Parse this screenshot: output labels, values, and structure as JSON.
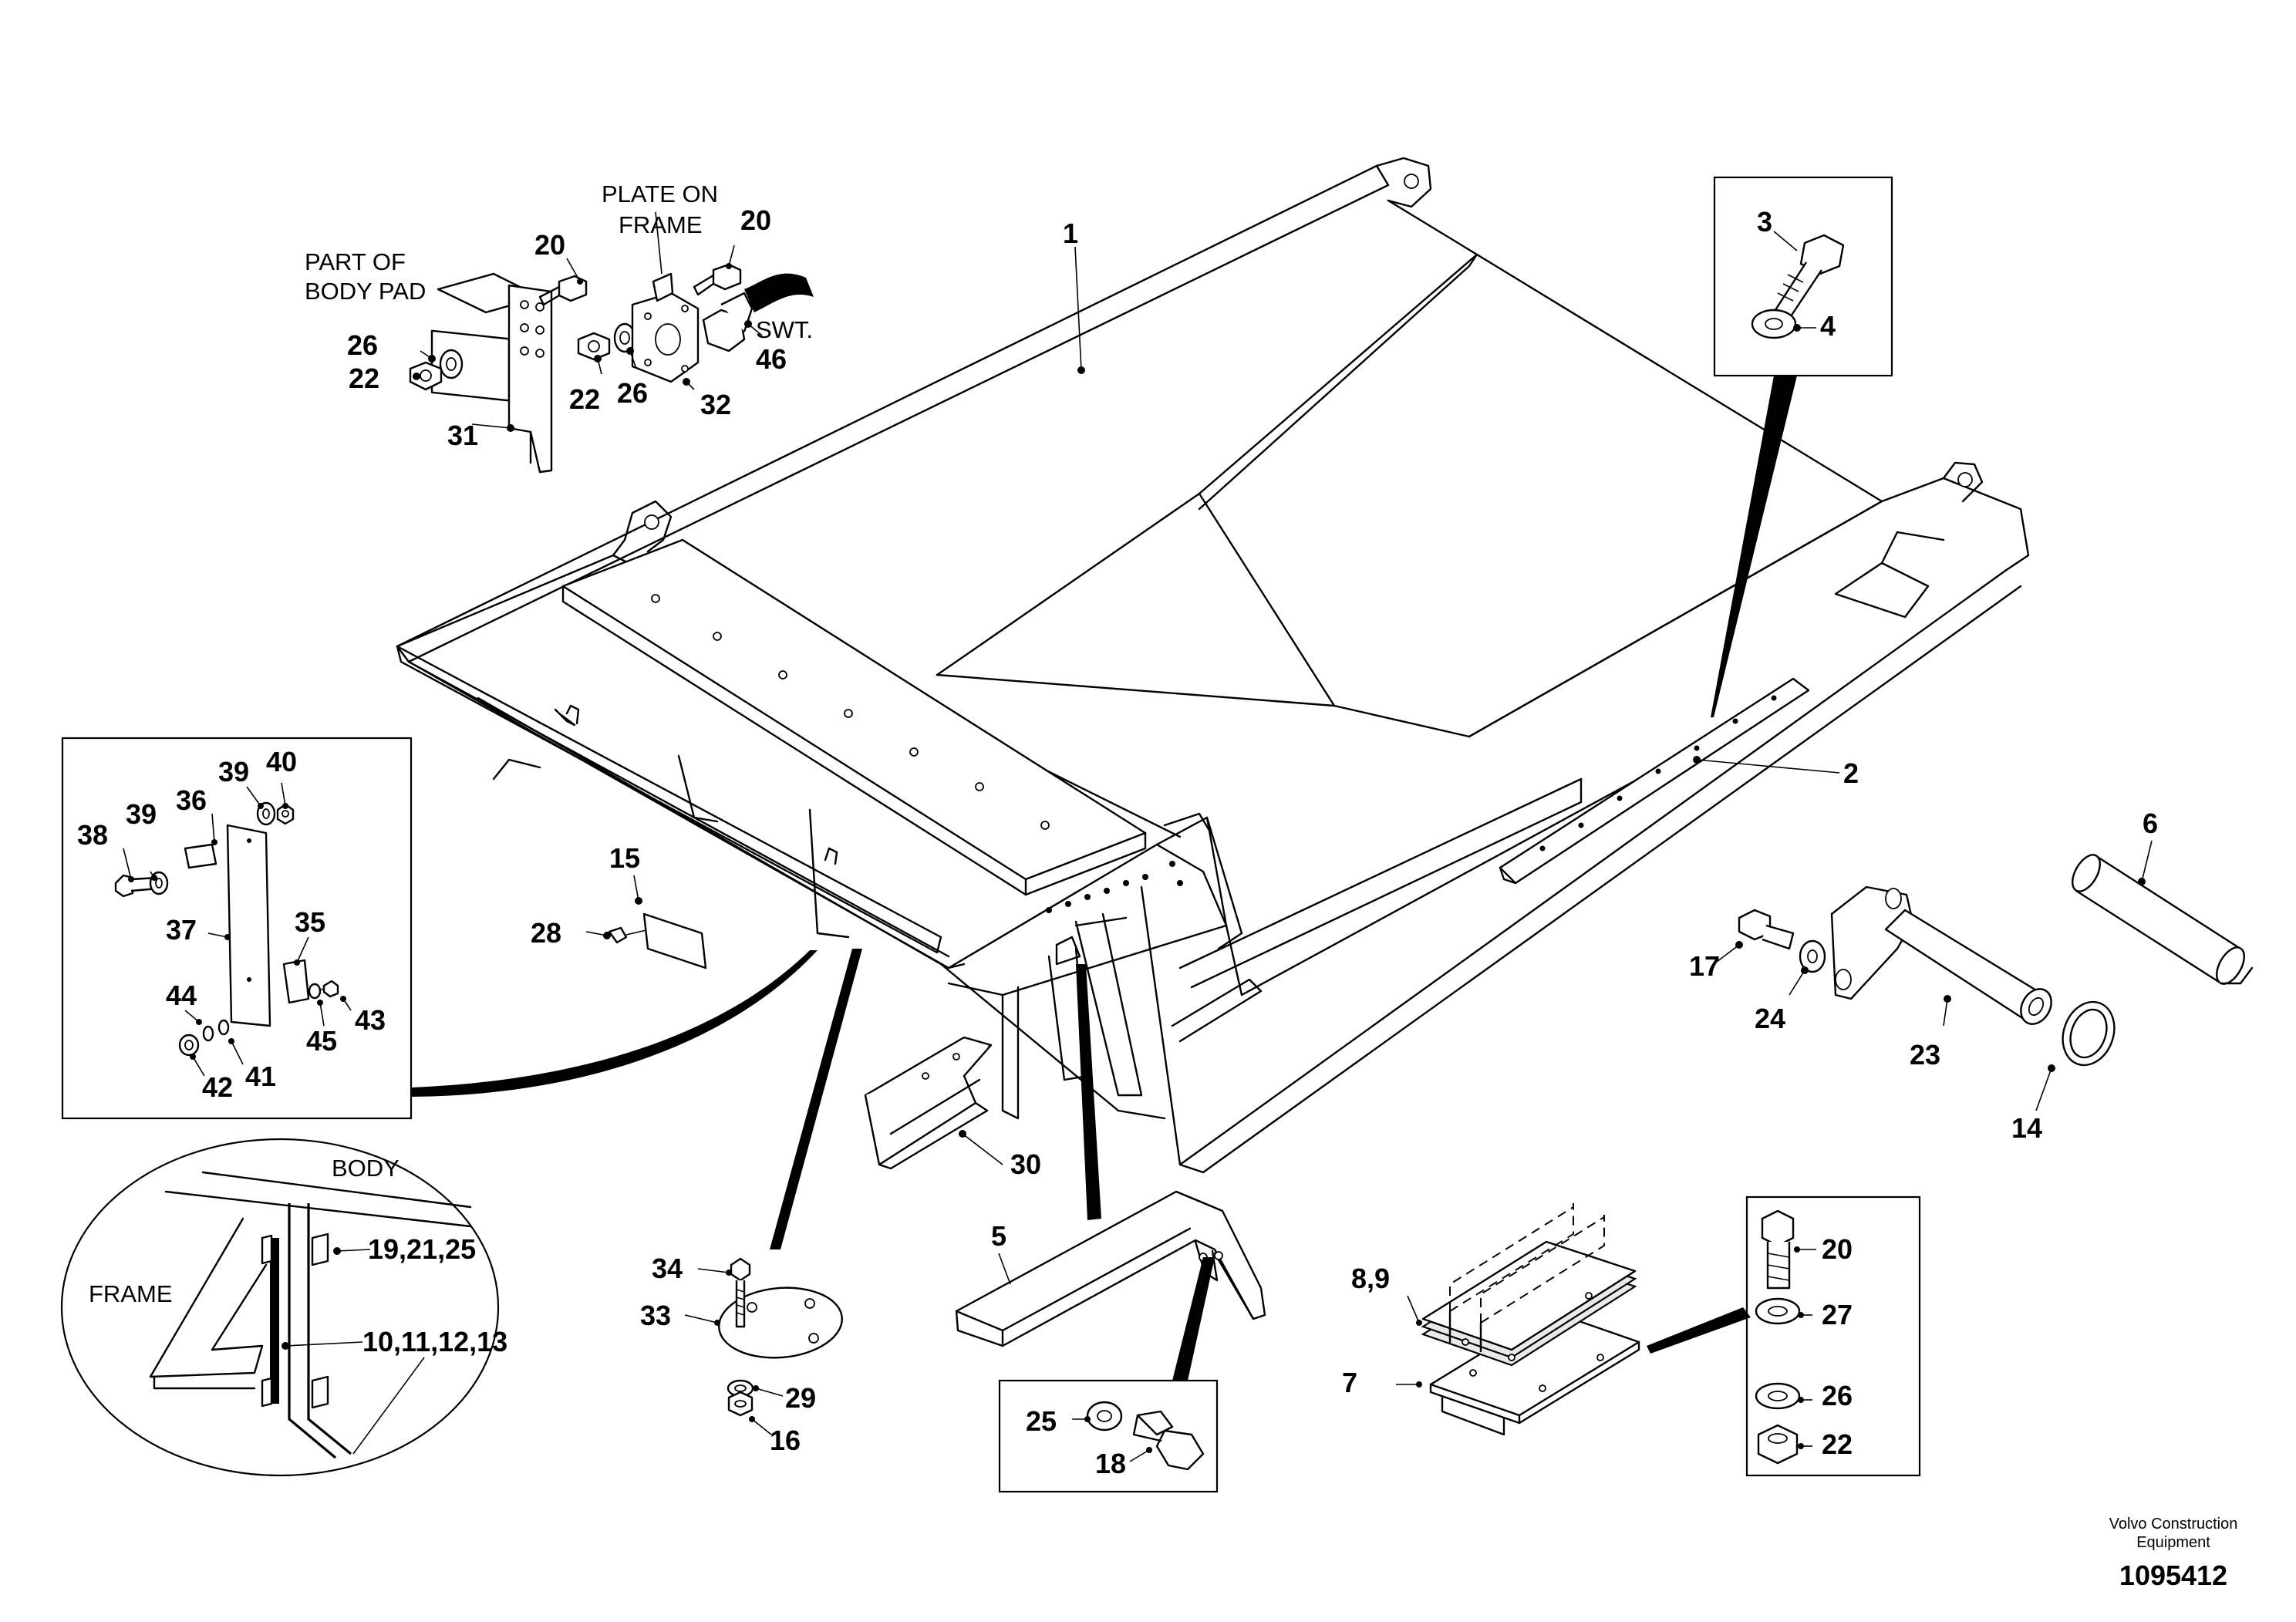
{
  "labels": {
    "p1": "1",
    "p2": "2",
    "p3": "3",
    "p4": "4",
    "p5": "5",
    "p6": "6",
    "p7": "7",
    "p8_9": "8,9",
    "p14": "14",
    "p15": "15",
    "p16": "16",
    "p17": "17",
    "p18": "18",
    "p20_top_left": "20",
    "p20_top_right": "20",
    "p20_box": "20",
    "p22_left": "22",
    "p22_mid": "22",
    "p22_box": "22",
    "p23": "23",
    "p24": "24",
    "p25": "25",
    "p26_left": "26",
    "p26_mid": "26",
    "p26_box": "26",
    "p27": "27",
    "p28": "28",
    "p29": "29",
    "p30": "30",
    "p31": "31",
    "p32": "32",
    "p33": "33",
    "p34": "34",
    "p35": "35",
    "p36": "36",
    "p37": "37",
    "p38": "38",
    "p39_left": "39",
    "p39_right": "39",
    "p40": "40",
    "p41": "41",
    "p42": "42",
    "p43": "43",
    "p44": "44",
    "p45": "45",
    "p46": "46",
    "p19_21_25": "19,21,25",
    "p10_11_12_13": "10,11,12,13"
  },
  "notes": {
    "part_of_body_pad_1": "PART OF",
    "part_of_body_pad_2": "BODY PAD",
    "plate_on_frame_1": "PLATE ON",
    "plate_on_frame_2": "FRAME",
    "swt": "SWT.",
    "body": "BODY",
    "frame": "FRAME"
  },
  "footer": {
    "company_line_1": "Volvo Construction",
    "company_line_2": "Equipment",
    "drawing_number": "1095412"
  }
}
